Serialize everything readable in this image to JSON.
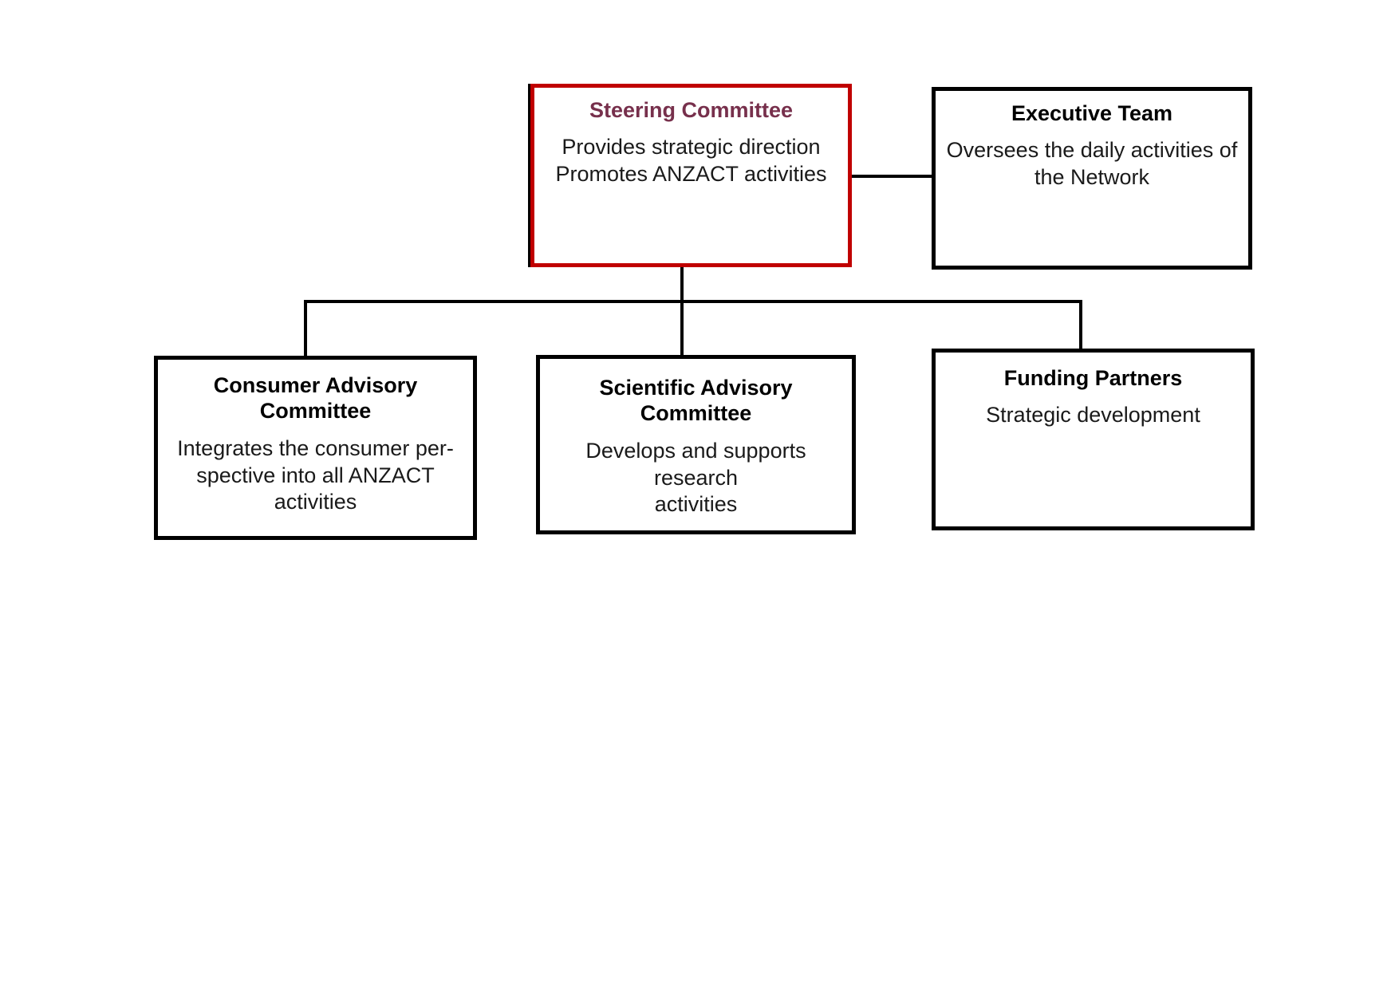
{
  "diagram": {
    "type": "org-chart",
    "nodes": {
      "steering": {
        "title": "Steering Committee",
        "body": "Provides strategic direction\nPromotes ANZACT activities",
        "highlighted": true
      },
      "executive": {
        "title": "Executive Team",
        "body": "Oversees the daily activities of\nthe Network"
      },
      "consumer": {
        "title": "Consumer Advisory Committee",
        "body": "Integrates the consumer per-\nspective into all ANZACT\nactivities"
      },
      "scientific": {
        "title": "Scientific Advisory Committee",
        "body": "Develops and supports research\nactivities"
      },
      "funding": {
        "title": "Funding Partners",
        "body": "Strategic development"
      }
    },
    "colors": {
      "highlight-border": "#c00000",
      "highlight-title": "#77304c",
      "box-border": "#000000",
      "connector": "#000000",
      "bg": "#ffffff"
    }
  }
}
